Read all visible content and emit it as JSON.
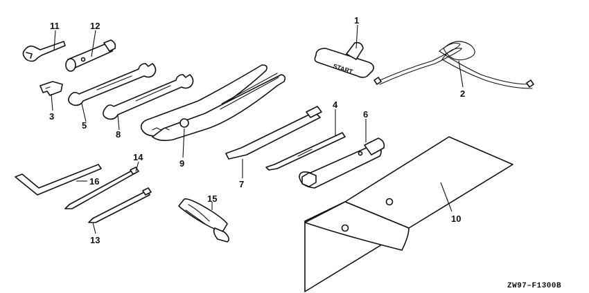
{
  "diagram": {
    "drawing_code": "ZW97–F1300B",
    "handle_stamp": "START",
    "callouts": {
      "c1": "1",
      "c2": "2",
      "c3": "3",
      "c4": "4",
      "c5": "5",
      "c6": "6",
      "c7": "7",
      "c8": "8",
      "c9": "9",
      "c10": "10",
      "c11": "11",
      "c12": "12",
      "c13": "13",
      "c14": "14",
      "c15": "15",
      "c16": "16"
    }
  }
}
